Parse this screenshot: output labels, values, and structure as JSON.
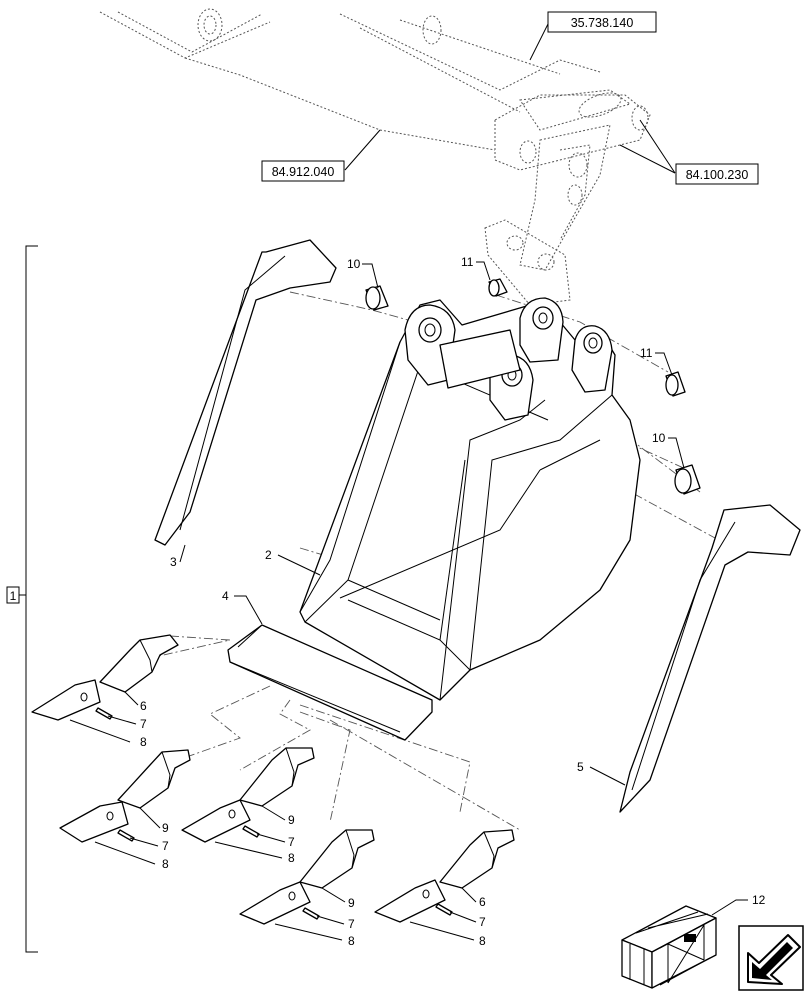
{
  "references": {
    "ref_top": "35.738.140",
    "ref_left": "84.912.040",
    "ref_right": "84.100.230"
  },
  "assembly_marker": "1",
  "callouts": {
    "c2": "2",
    "c3": "3",
    "c4": "4",
    "c5": "5",
    "c6a": "6",
    "c6b": "6",
    "c7a": "7",
    "c7b": "7",
    "c7c": "7",
    "c7d": "7",
    "c7e": "7",
    "c8a": "8",
    "c8b": "8",
    "c8c": "8",
    "c8d": "8",
    "c8e": "8",
    "c9a": "9",
    "c9b": "9",
    "c9c": "9",
    "c10a": "10",
    "c10b": "10",
    "c11a": "11",
    "c11b": "11",
    "c12": "12"
  },
  "icons": {
    "kit": "crate-icon",
    "navigation": "arrow-icon"
  }
}
